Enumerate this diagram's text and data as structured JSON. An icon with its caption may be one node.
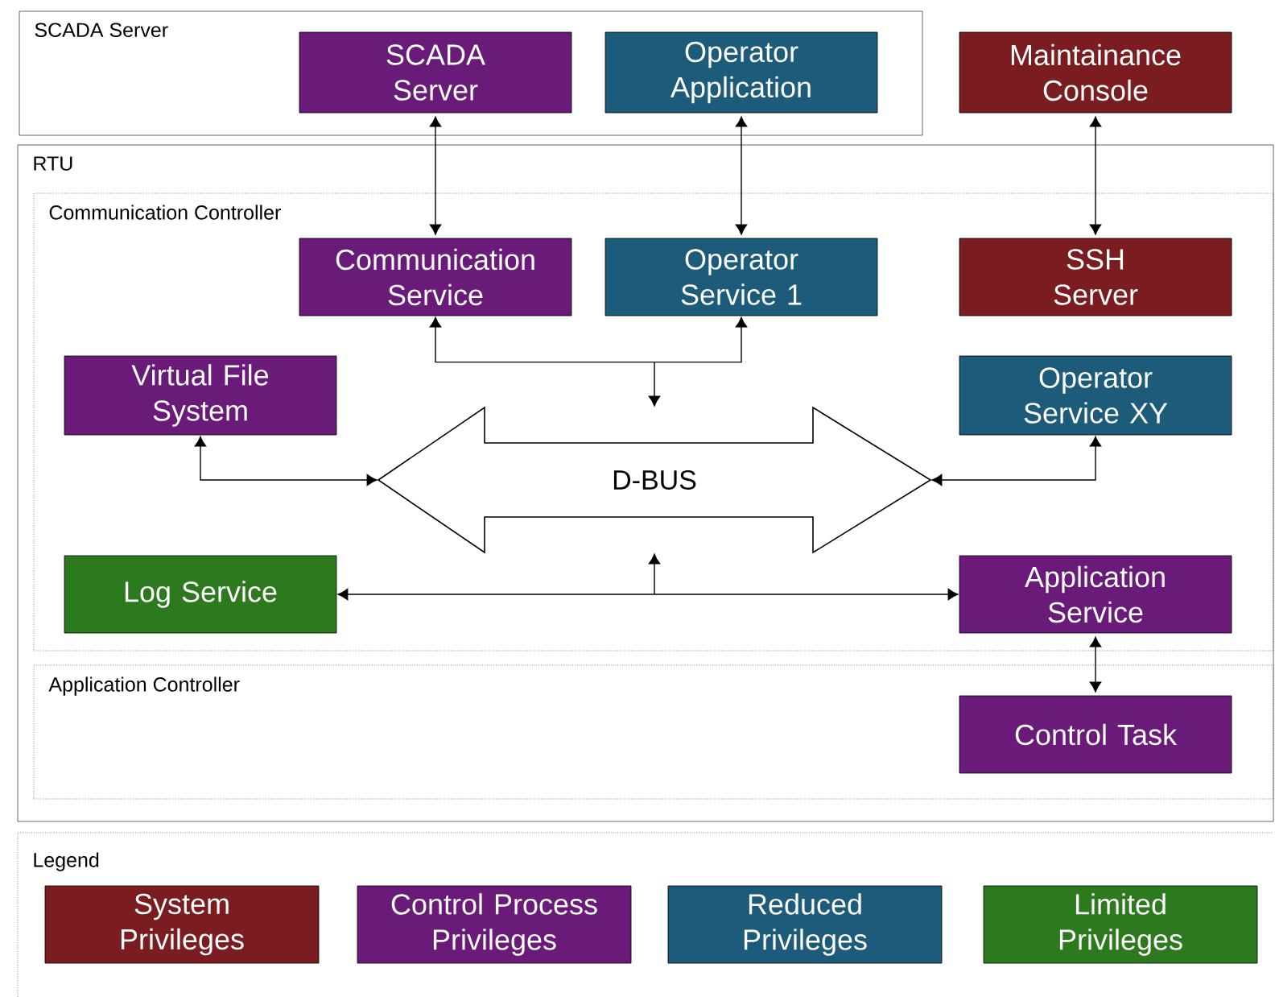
{
  "diagram": {
    "nodes": [
      {
        "text": [
          "SCADA Server"
        ]
      },
      {
        "text": [
          "SCADA Server"
        ],
        "in": 0
      },
      {
        "text": [
          "Operator Application"
        ],
        "in": 0
      },
      {
        "text": [
          "Maintainance Console"
        ]
      },
      {
        "text": [
          "RTU"
        ]
      },
      {
        "text": [
          "Communication Controller"
        ],
        "in": 4
      },
      {
        "text": [
          "Communication Service"
        ],
        "in": 5
      },
      {
        "text": [
          "Operator Service 1"
        ],
        "in": 5
      },
      {
        "text": [
          "SSH Server"
        ],
        "in": 5
      },
      {
        "text": [
          "Virtual File System"
        ],
        "in": 5
      },
      {
        "text": [
          "D-BUS"
        ],
        "in": 5
      },
      {
        "text": [
          "Operator Service XY"
        ],
        "in": 5
      },
      {
        "text": [
          "Log Service"
        ],
        "in": 5
      },
      {
        "text": [
          "Application Service"
        ],
        "in": 5
      },
      {
        "text": [
          "Application Controller"
        ],
        "in": 4
      },
      {
        "text": [
          "Control Task"
        ],
        "in": 14
      }
    ],
    "edges": [
      {
        "from": 1,
        "to": 6,
        "arrow": "both"
      },
      {
        "from": 2,
        "to": 7,
        "arrow": "both"
      },
      {
        "from": 3,
        "to": 8,
        "arrow": "both"
      },
      {
        "from": 6,
        "to": 10,
        "arrow": "both"
      },
      {
        "from": 7,
        "to": 10,
        "arrow": "both"
      },
      {
        "from": 9,
        "to": 10,
        "arrow": "both"
      },
      {
        "from": 11,
        "to": 10,
        "arrow": "both"
      },
      {
        "from": 12,
        "to": 10,
        "arrow": "both"
      },
      {
        "from": 13,
        "to": 10,
        "arrow": "both"
      },
      {
        "from": 13,
        "to": 15,
        "arrow": "both"
      }
    ],
    "labels": [
      "Legend"
    ],
    "legend": [
      {
        "text": "System Privileges",
        "color": "#7b1c20"
      },
      {
        "text": "Control Process Privileges",
        "color": "#6a1b7a"
      },
      {
        "text": "Reduced Privileges",
        "color": "#1d5b7a"
      },
      {
        "text": "Limited Privileges",
        "color": "#2d7a1e"
      }
    ]
  }
}
